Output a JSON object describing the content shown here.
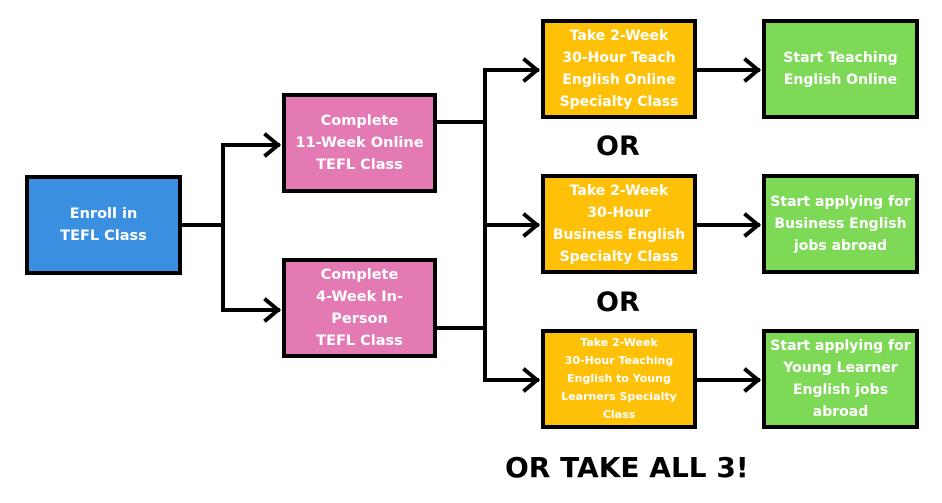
{
  "nodes": {
    "enroll": "Enroll in\nTEFL Class",
    "online": "Complete\n11-Week Online\nTEFL Class",
    "inperson": "Complete\n4-Week In-Person\nTEFL Class",
    "teach_online": "Take 2-Week\n30-Hour Teach\nEnglish Online\nSpecialty Class",
    "business": "Take 2-Week\n30-Hour\nBusiness English\nSpecialty Class",
    "young": "Take 2-Week\n30-Hour Teaching\nEnglish to Young\nLearners Specialty\nClass",
    "start_online": "Start Teaching\nEnglish Online",
    "start_business": "Start applying for\nBusiness English\njobs abroad",
    "start_young": "Start applying for\nYoung Learner\nEnglish jobs\nabroad"
  },
  "separators": {
    "or_1": "OR",
    "or_2": "OR",
    "footer": "OR TAKE ALL 3!"
  }
}
